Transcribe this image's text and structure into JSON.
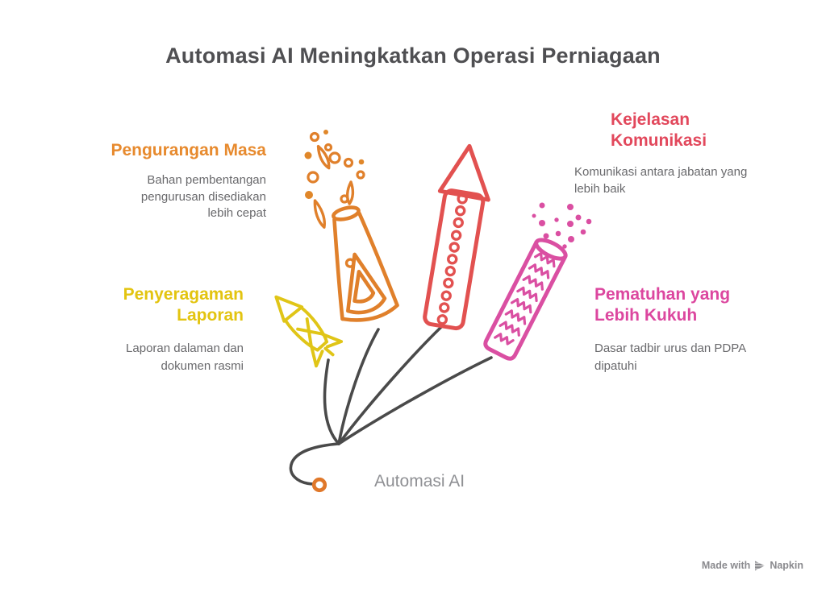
{
  "title": "Automasi AI Meningkatkan Operasi Perniagaan",
  "center": {
    "label": "Automasi AI"
  },
  "branches": [
    {
      "heading": "Pengurangan Masa",
      "body": "Bahan pembentangan pengurusan disediakan lebih cepat",
      "color": "#E78A2E",
      "icon": "party-popper-cone-icon",
      "align": "right"
    },
    {
      "heading": "Kejelasan Komunikasi",
      "body": "Komunikasi antara jabatan yang lebih baik",
      "color": "#E2485C",
      "icon": "firework-rocket-icon",
      "align": "left"
    },
    {
      "heading": "Penyeragaman Laporan",
      "body": "Laporan dalaman dan dokumen rasmi",
      "color": "#E3C410",
      "icon": "toy-rocket-icon",
      "align": "right"
    },
    {
      "heading": "Pematuhan yang Lebih Kukuh",
      "body": "Dasar tadbir urus dan PDPA dipatuhi",
      "color": "#DC479F",
      "icon": "firecracker-icon",
      "align": "left"
    }
  ],
  "footer": {
    "made_with": "Made with",
    "brand": "Napkin"
  },
  "colors": {
    "orange": "#E0802B",
    "red": "#E25150",
    "yellow": "#E0C517",
    "magenta": "#DA4FA2",
    "fuse_gray": "#4A4A4A",
    "origin_node_orange": "#E0782A",
    "title_gray": "#4F4F52",
    "body_gray": "#69696C",
    "center_label_gray": "#8F9094",
    "footer_gray": "#8A8A8E"
  },
  "icons": {
    "origin_node": "orange-ring",
    "napkin_logo": "striped-play-triangle"
  }
}
